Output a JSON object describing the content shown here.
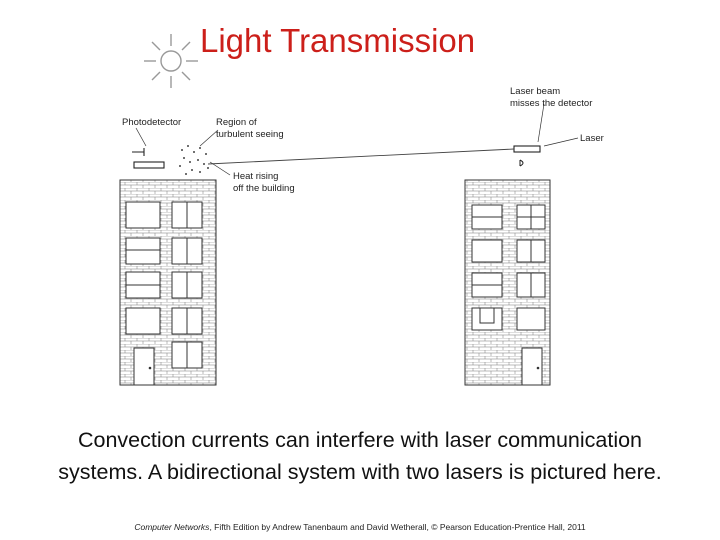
{
  "slide": {
    "title": "Light Transmission",
    "caption_line1": "Convection currents can interfere with laser communication",
    "caption_line2": "systems.  A bidirectional system with two lasers is pictured here.",
    "credit_book": "Computer Networks",
    "credit_rest": ", Fifth Edition by Andrew Tanenbaum and David Wetherall, © Pearson Education-Prentice Hall, 2011"
  },
  "diagram": {
    "labels": {
      "photodetector": "Photodetector",
      "region_line1": "Region of",
      "region_line2": "turbulent seeing",
      "heat_line1": "Heat rising",
      "heat_line2": "off the building",
      "miss_line1": "Laser beam",
      "miss_line2": "misses the detector",
      "laser": "Laser"
    }
  }
}
